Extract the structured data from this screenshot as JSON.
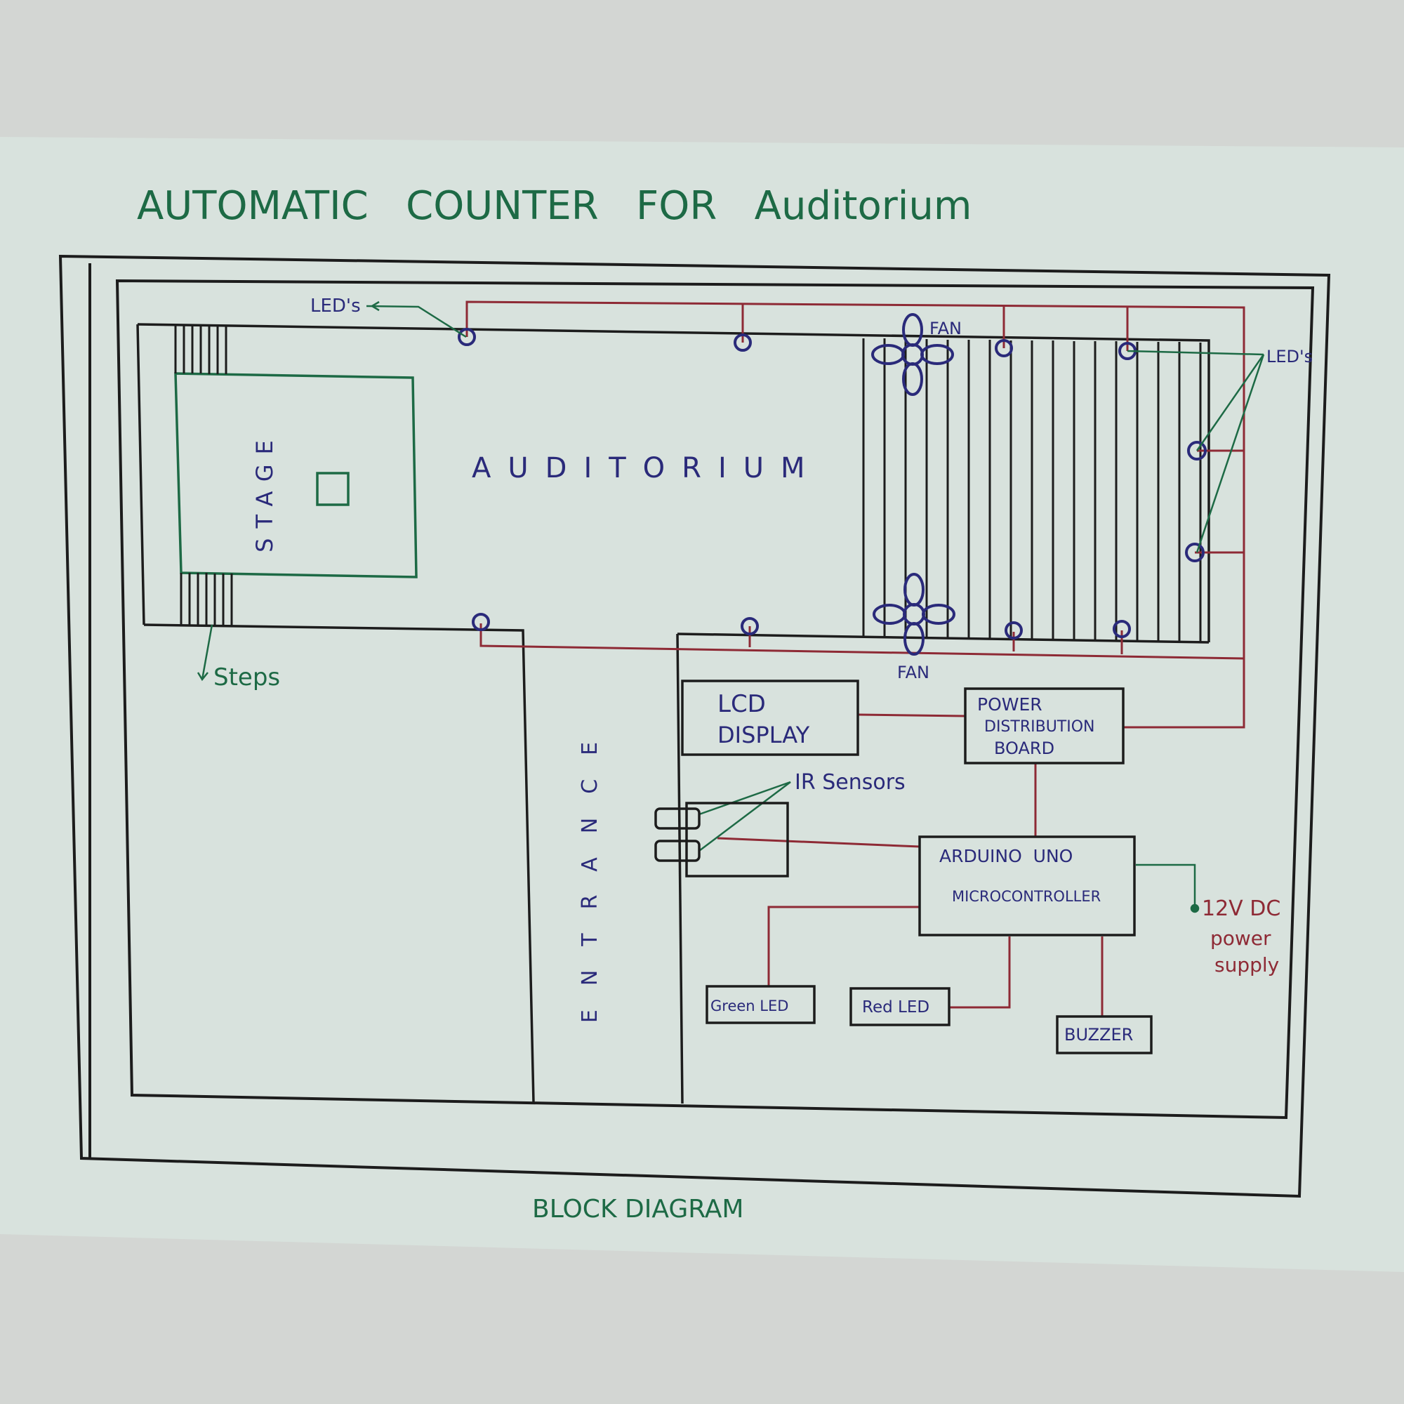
{
  "title": "AUTOMATIC   COUNTER   FOR   Auditorium",
  "caption": "BLOCK DIAGRAM",
  "areas": {
    "stage": "STAGE",
    "auditorium": "AUDITORIUM",
    "entrance": "ENTRANCE"
  },
  "labels": {
    "leds_left": "LED's",
    "leds_right": "LED's",
    "fan_top": "FAN",
    "fan_bottom": "FAN",
    "steps": "Steps",
    "ir_sensors": "IR Sensors",
    "power_supply_1": "12V DC",
    "power_supply_2": "power",
    "power_supply_3": "supply"
  },
  "blocks": {
    "lcd_1": "LCD",
    "lcd_2": "DISPLAY",
    "pdb_1": "POWER",
    "pdb_2": "DISTRIBUTION",
    "pdb_3": "BOARD",
    "arduino_1": "ARDUINO  UNO",
    "arduino_2": "MICROCONTROLLER",
    "green_led": "Green LED",
    "red_led": "Red LED",
    "buzzer": "BUZZER"
  },
  "colors": {
    "paper": "#d8e2dd",
    "ink_black": "#1c1c1c",
    "ink_green": "#1d6a45",
    "ink_blue": "#2a2a7a",
    "ink_red": "#8e2a35"
  }
}
